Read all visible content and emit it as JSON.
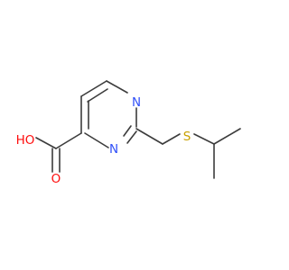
{
  "molecule": {
    "atoms": [
      {
        "id": "N1",
        "symbol": "N",
        "color": "#3050F8"
      },
      {
        "id": "N3",
        "symbol": "N",
        "color": "#3050F8"
      },
      {
        "id": "S",
        "symbol": "S",
        "color": "#C8A000"
      },
      {
        "id": "OH",
        "symbol": "OH",
        "label_text": "HO",
        "color": "#FF0D0D"
      },
      {
        "id": "O",
        "symbol": "O",
        "color": "#FF0D0D"
      }
    ]
  },
  "colors": {
    "background": "#ffffff",
    "bond": "#3c3c3c",
    "nitrogen": "#3050F8",
    "oxygen": "#FF0D0D",
    "sulfur": "#C8A000"
  }
}
